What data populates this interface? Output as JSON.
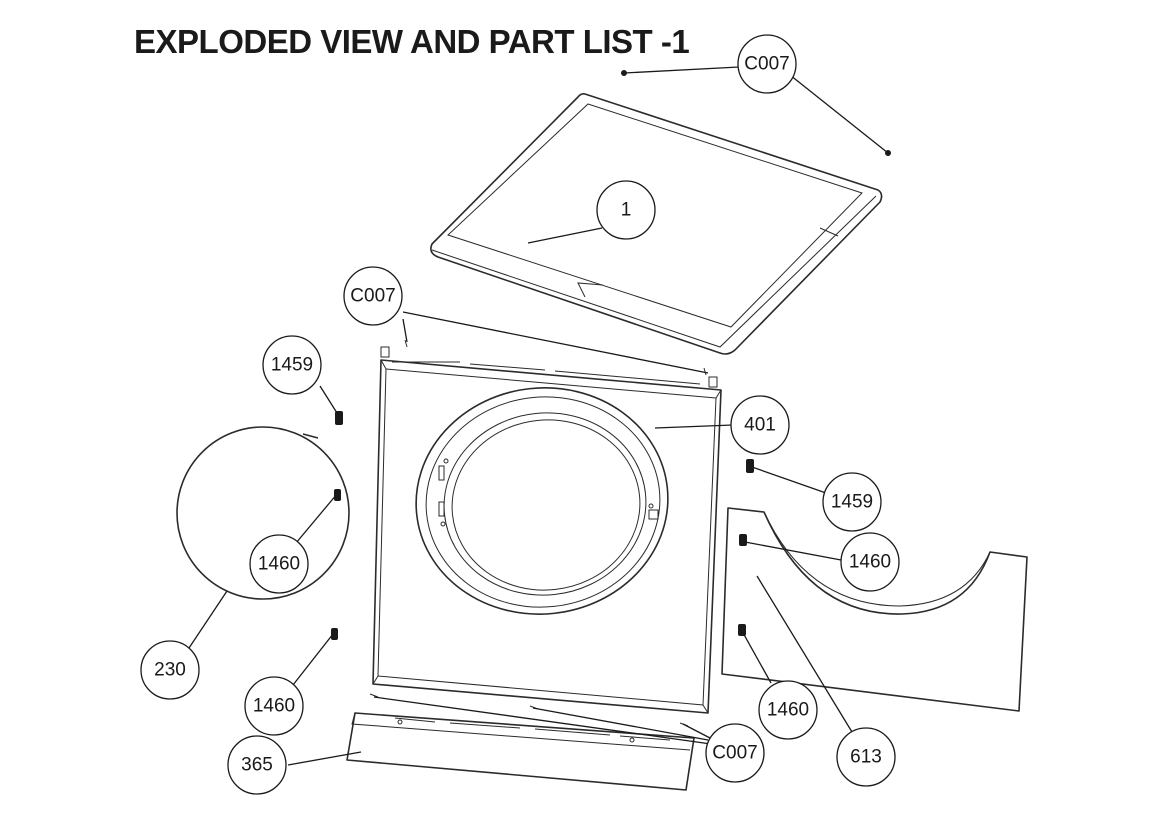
{
  "title": "EXPLODED VIEW AND PART LIST -1",
  "callouts": [
    {
      "id": "c007-top",
      "label": "C007"
    },
    {
      "id": "1",
      "label": "1"
    },
    {
      "id": "c007-mid",
      "label": "C007"
    },
    {
      "id": "1459-left",
      "label": "1459"
    },
    {
      "id": "401",
      "label": "401"
    },
    {
      "id": "1459-right",
      "label": "1459"
    },
    {
      "id": "1460-circle",
      "label": "1460"
    },
    {
      "id": "1460-right-upper",
      "label": "1460"
    },
    {
      "id": "230",
      "label": "230"
    },
    {
      "id": "1460-left-lower",
      "label": "1460"
    },
    {
      "id": "1460-right-lower",
      "label": "1460"
    },
    {
      "id": "613",
      "label": "613"
    },
    {
      "id": "c007-bottom",
      "label": "C007"
    },
    {
      "id": "365",
      "label": "365"
    }
  ]
}
